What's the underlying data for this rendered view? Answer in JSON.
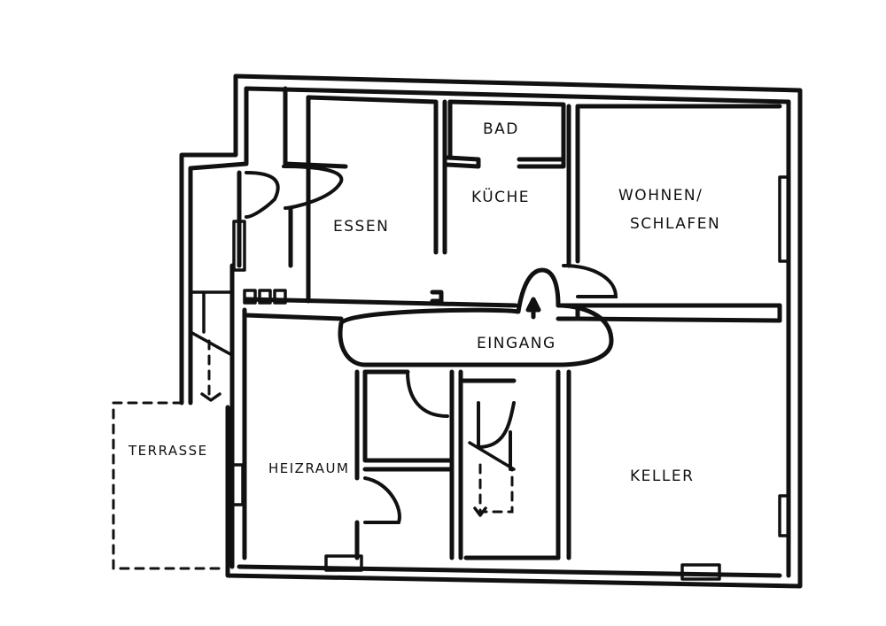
{
  "rooms": {
    "bad": "BAD",
    "kueche": "KÜCHE",
    "essen": "ESSEN",
    "wohnen_line1": "WOHNEN/",
    "wohnen_line2": "SCHLAFEN",
    "eingang": "EINGANG",
    "terrasse": "TERRASSE",
    "heizraum": "HEIZRAUM",
    "keller": "KELLER"
  },
  "colors": {
    "ink": "#111111",
    "paper": "#ffffff"
  }
}
